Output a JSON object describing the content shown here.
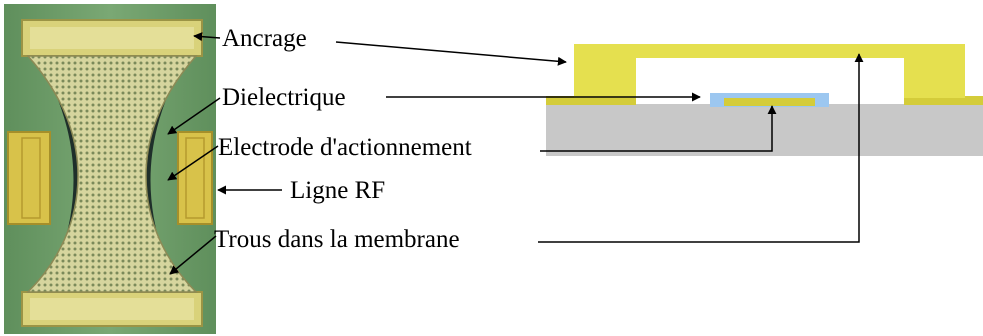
{
  "diagram": {
    "labels": {
      "ancrage": "Ancrage",
      "dielectrique": "Dielectrique",
      "electrode": "Electrode d'actionnement",
      "ligne_rf": "Ligne RF",
      "trous": "Trous dans la membrane"
    },
    "colors": {
      "chip_green": "#6f9e6a",
      "gold_pad": "#d8c24a",
      "membrane": "#d8d8a4",
      "anchor": "#d9d27a",
      "section_yellow": "#e5e04f",
      "substrate_gray": "#c8c8c8",
      "dielectric_blue": "#9cc7f0",
      "electrode_yellow": "#d4cc3a",
      "arrow": "#000000"
    }
  }
}
